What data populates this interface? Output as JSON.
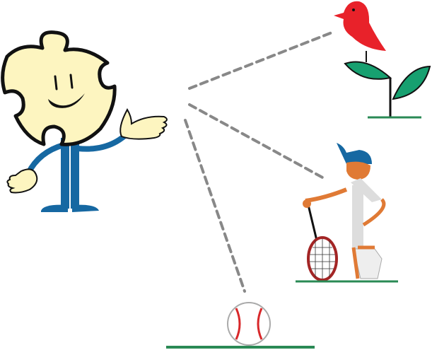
{
  "illustration": {
    "figures": [
      "puzzle-character",
      "bird-on-plant",
      "tennis-player",
      "baseball"
    ],
    "colors": {
      "puzzle_fill": "#fdf5c0",
      "outline": "#111111",
      "body_blue": "#1668a2",
      "dash_gray": "#888888",
      "bird_red": "#e8222a",
      "leaf_green": "#17a070",
      "ground_green": "#2a8a55",
      "skin_orange": "#e07a35",
      "racket_red": "#a32525",
      "ball_stitch": "#d8282a"
    }
  }
}
